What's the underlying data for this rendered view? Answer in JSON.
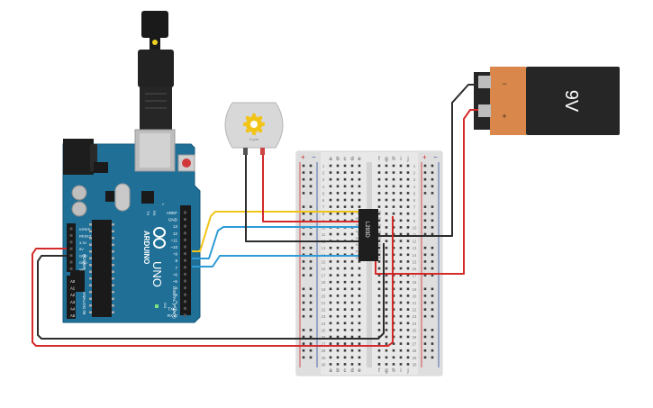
{
  "arduino": {
    "brand": "ARDUINO",
    "model": "UNO",
    "digital_header_label": "DIGITAL (PWM~)",
    "power_header_label": "POWER",
    "analog_header_label": "ANALOG IN",
    "on_label": "ON",
    "tx_label": "TX",
    "rx_label": "RX",
    "l_label": "L",
    "digital_pins": [
      "AREF",
      "GND",
      "13",
      "12",
      "~11",
      "~10",
      "~9",
      "8",
      "7",
      "~6",
      "~5",
      "4",
      "~3",
      "2",
      "TX▸1",
      "RX◂0"
    ],
    "power_pins": [
      "IOREF",
      "RESET",
      "3.3V",
      "5V",
      "GND",
      "GND",
      "Vin"
    ],
    "analog_pins": [
      "A0",
      "A1",
      "A2",
      "A3",
      "A4",
      "A5"
    ]
  },
  "motor": {
    "label": "3 rpm"
  },
  "battery": {
    "label": "9V",
    "minus": "−",
    "plus": "+"
  },
  "breadboard": {
    "columns_left": [
      "a",
      "b",
      "c",
      "d",
      "e"
    ],
    "columns_right": [
      "f",
      "g",
      "h",
      "i",
      "j"
    ],
    "rail_plus": "+",
    "rail_minus": "−",
    "row_count": 30
  },
  "ic": {
    "label": "L293D"
  },
  "colors": {
    "wire_red": "#d42a2a",
    "wire_black": "#2d2d2d",
    "wire_yellow": "#f2c418",
    "wire_blue": "#2e9ad6",
    "arduino_board": "#1f6f97",
    "battery_body": "#d9874a",
    "battery_cap": "#262626",
    "breadboard": "#e6e6e6"
  }
}
